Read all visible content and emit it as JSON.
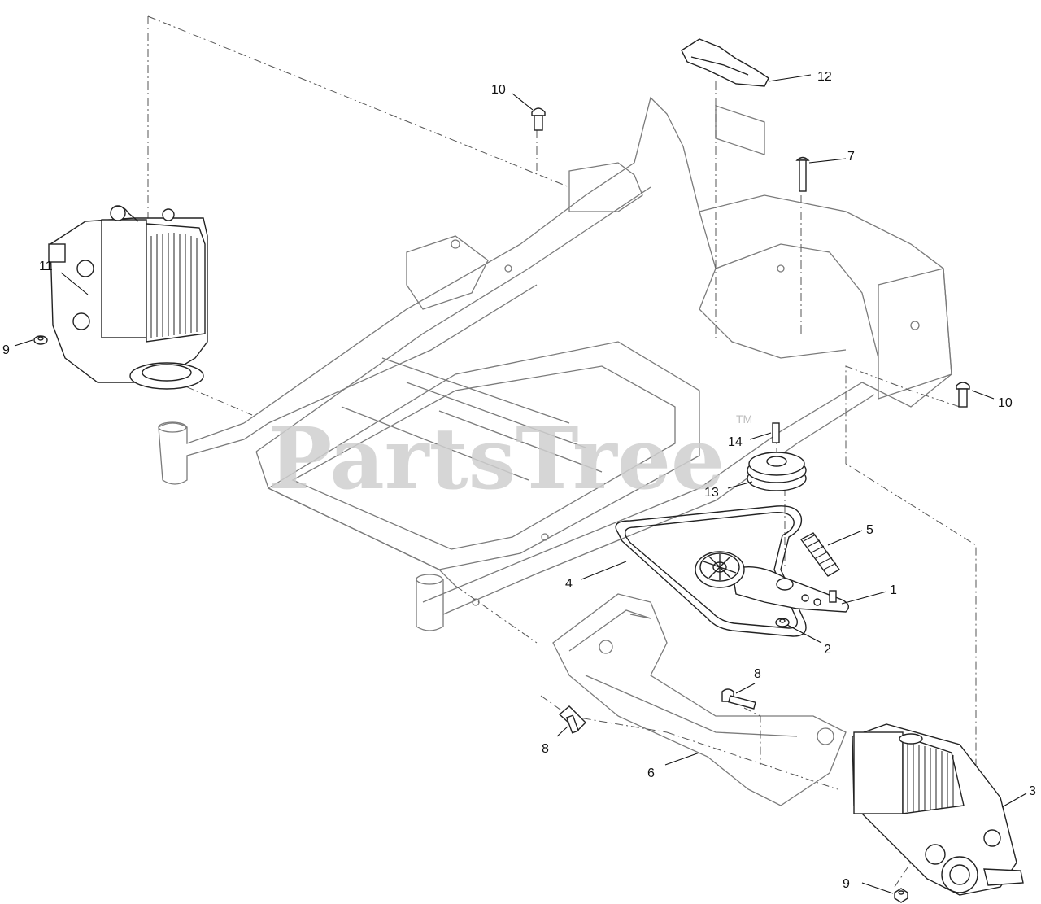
{
  "watermark": {
    "text": "PartsTree",
    "trademark": "TM"
  },
  "callouts": [
    {
      "id": "c1",
      "label": "1"
    },
    {
      "id": "c2",
      "label": "2"
    },
    {
      "id": "c3",
      "label": "3"
    },
    {
      "id": "c4",
      "label": "4"
    },
    {
      "id": "c5",
      "label": "5"
    },
    {
      "id": "c6",
      "label": "6"
    },
    {
      "id": "c7",
      "label": "7"
    },
    {
      "id": "c8a",
      "label": "8"
    },
    {
      "id": "c8b",
      "label": "8"
    },
    {
      "id": "c9a",
      "label": "9"
    },
    {
      "id": "c9b",
      "label": "9"
    },
    {
      "id": "c10a",
      "label": "10"
    },
    {
      "id": "c10b",
      "label": "10"
    },
    {
      "id": "c11",
      "label": "11"
    },
    {
      "id": "c12",
      "label": "12"
    },
    {
      "id": "c13",
      "label": "13"
    },
    {
      "id": "c14",
      "label": "14"
    }
  ]
}
